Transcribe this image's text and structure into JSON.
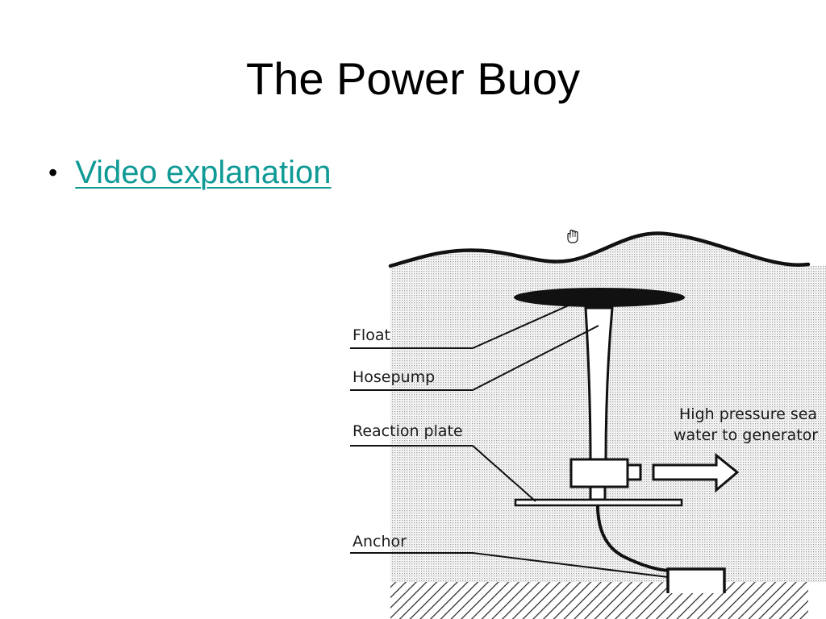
{
  "slide": {
    "title": "The Power Buoy",
    "bullet": {
      "link_text": "Video explanation"
    }
  },
  "diagram": {
    "labels": {
      "float": "Float",
      "hosepump": "Hosepump",
      "reaction_plate": "Reaction plate",
      "anchor": "Anchor",
      "output_line1": "High pressure sea",
      "output_line2": "water to generator"
    },
    "icons": {
      "cursor": "hand-cursor-icon",
      "arrow": "right-arrow-icon"
    },
    "colors": {
      "link": "#0f9a96",
      "water_dots": "#9a9a9a",
      "ink": "#111111"
    }
  }
}
